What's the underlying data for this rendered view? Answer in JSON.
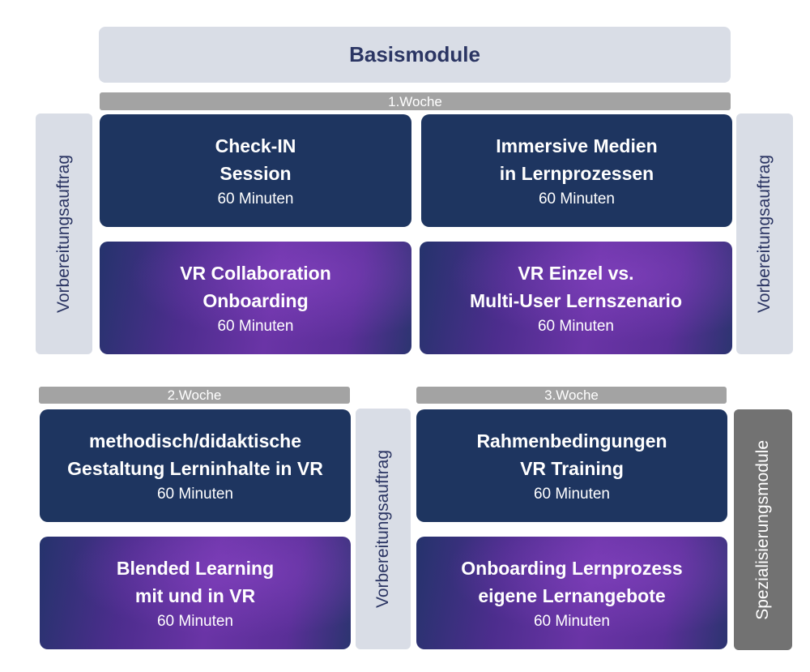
{
  "header": {
    "title": "Basismodule"
  },
  "weeks": [
    "1.Woche",
    "2.Woche",
    "3.Woche"
  ],
  "side_labels": {
    "prep": "Vorbereitungsauftrag",
    "special": "Spezialisierungsmodule"
  },
  "modules": [
    {
      "title_lines": [
        "Check-IN",
        "Session"
      ],
      "duration": "60 Minuten"
    },
    {
      "title_lines": [
        "Immersive Medien",
        "in Lernprozessen"
      ],
      "duration": "60 Minuten"
    },
    {
      "title_lines": [
        "VR Collaboration",
        "Onboarding"
      ],
      "duration": "60 Minuten"
    },
    {
      "title_lines": [
        "VR Einzel vs.",
        "Multi-User Lernszenario"
      ],
      "duration": "60 Minuten"
    },
    {
      "title_lines": [
        "methodisch/didaktische",
        "Gestaltung Lerninhalte in VR"
      ],
      "duration": "60 Minuten"
    },
    {
      "title_lines": [
        "Rahmenbedingungen",
        "VR Training"
      ],
      "duration": "60 Minuten"
    },
    {
      "title_lines": [
        "Blended Learning",
        "mit und in VR"
      ],
      "duration": "60 Minuten"
    },
    {
      "title_lines": [
        "Onboarding Lernprozess",
        "eigene Lernangebote"
      ],
      "duration": "60 Minuten"
    }
  ],
  "colors": {
    "navy": "#1e3560",
    "purple": "#6a34a6",
    "light_gray": "#d9dde6",
    "bar_gray": "#a3a3a3",
    "dark_gray": "#727272"
  }
}
